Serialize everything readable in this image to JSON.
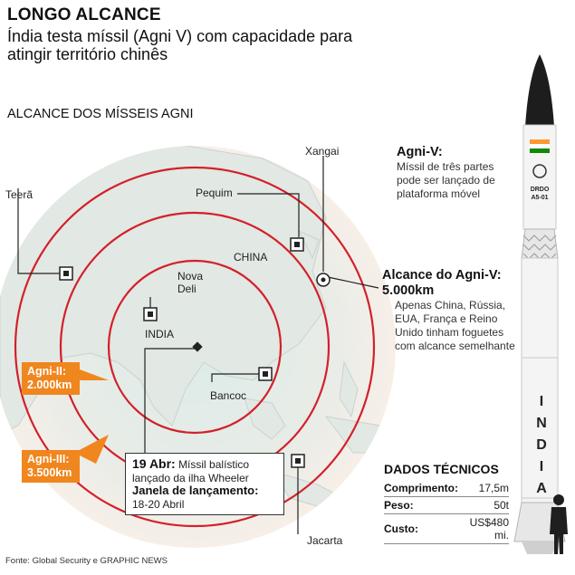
{
  "header": {
    "kicker": "LONGO ALCANCE",
    "title": "Índia testa míssil (Agni V) com capacidade para atingir território chinês"
  },
  "map": {
    "section_title": "ALCANCE DOS MÍSSEIS AGNI",
    "places": {
      "xangai": "Xangai",
      "teera": "Teerã",
      "pequim": "Pequim",
      "china": "CHINA",
      "nova_deli": "Nova Deli",
      "india": "INDIA",
      "bancoc": "Bancoc",
      "jacarta": "Jacarta"
    },
    "ranges": {
      "agni2": "Agni-II: 2.000km",
      "agni3": "Agni-III: 3.500km"
    },
    "launch": {
      "date": "19 Abr:",
      "text": "Míssil balístico lançado da ilha Wheeler",
      "window_label": "Janela de lançamento:",
      "window_value": "18-20 Abril"
    }
  },
  "sidebar": {
    "agni5": {
      "title": "Agni-V:",
      "text": "Míssil de três partes pode ser lançado de plataforma móvel"
    },
    "range": {
      "title": "Alcance do Agni-V: 5.000km",
      "text": "Apenas China, Rússia, EUA, França e Reino Unido tinham foguetes com alcance semelhante"
    }
  },
  "rocket": {
    "label_top": "DRDO",
    "label_bottom": "A5-01",
    "letters": [
      "I",
      "N",
      "D",
      "I",
      "A"
    ]
  },
  "specs": {
    "title": "DADOS TÉCNICOS",
    "rows": [
      {
        "label": "Comprimento:",
        "value": "17,5m"
      },
      {
        "label": "Peso:",
        "value": "50t"
      },
      {
        "label": "Custo:",
        "value": "US$480 mi."
      }
    ]
  },
  "source": "Fonte: Global Security e GRAPHIC NEWS",
  "colors": {
    "range_ring": "#d3202a",
    "tag_orange": "#f0861e",
    "globe_light": "#f5ede6",
    "land": "#e6ebe8",
    "sea": "#d7ebe7",
    "flag_saffron": "#ff9933",
    "flag_green": "#138808"
  }
}
